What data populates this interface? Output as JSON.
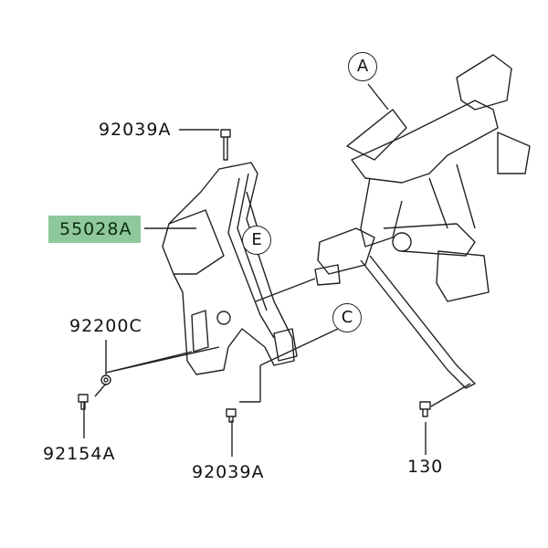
{
  "parts": [
    {
      "id": "label-92039a-top",
      "text": "92039A"
    },
    {
      "id": "label-55028a",
      "text": "55028A",
      "highlighted": true
    },
    {
      "id": "label-92200c",
      "text": "92200C"
    },
    {
      "id": "label-92154a",
      "text": "92154A"
    },
    {
      "id": "label-92039a-bottom",
      "text": "92039A"
    },
    {
      "id": "label-130",
      "text": "130"
    }
  ],
  "callouts": {
    "a": "A",
    "c": "C",
    "e": "E"
  },
  "colors": {
    "highlight": "#8fc89a",
    "line": "#222222"
  }
}
